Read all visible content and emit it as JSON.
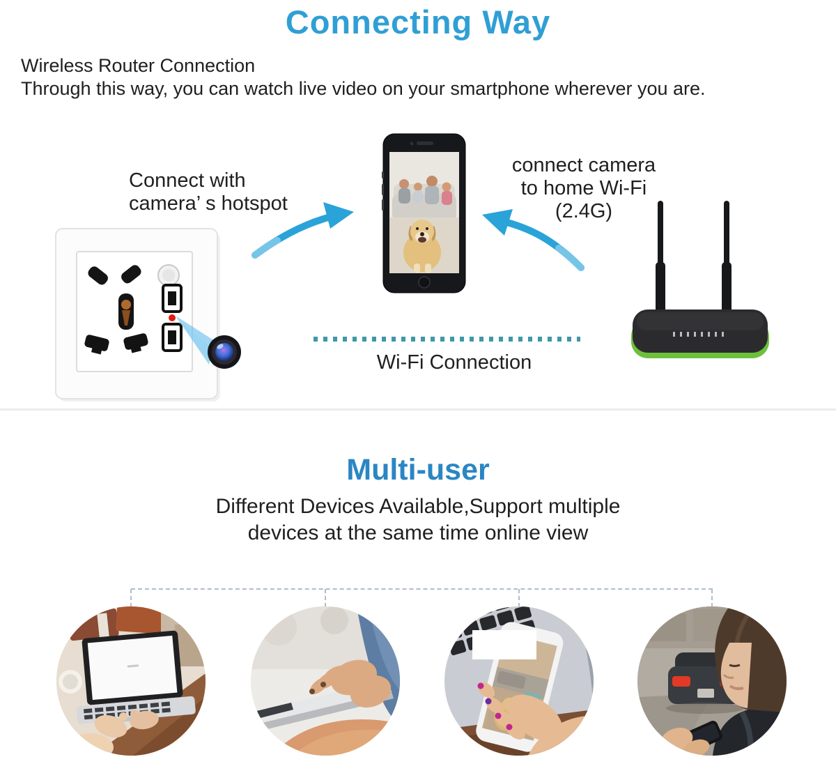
{
  "header": {
    "title": "Connecting Way"
  },
  "intro": {
    "line1": "Wireless Router Connection",
    "line2": "Through this way, you can watch live video on your smartphone wherever you are."
  },
  "diagram": {
    "hotspot_label": {
      "line1": "Connect with",
      "line2": "camera’ s hotspot"
    },
    "router_label": {
      "line1": "connect camera",
      "line2": "to home Wi-Fi",
      "line3": "(2.4G)"
    },
    "wifi_caption": "Wi-Fi Connection",
    "icons": {
      "socket": "wall-socket-hidden-camera",
      "lens": "camera-lens",
      "led": "red-indicator-led",
      "phone": "smartphone-live-view",
      "router": "wifi-router",
      "arrow_to_phone": "curved-arrow-up-right",
      "arrow_to_phone_from_router": "curved-arrow-up-left",
      "wifi_line": "dotted-wifi-line"
    }
  },
  "multi_user": {
    "title": "Multi-user",
    "line1": "Different Devices Available,Support multiple",
    "line2": "devices at the same time online view",
    "photos": [
      "laptop-user",
      "tablet-user",
      "phone-over-laptop",
      "woman-with-phone"
    ]
  },
  "colors": {
    "title_blue": "#2f9fd4",
    "multi_user_blue": "#2b86c3",
    "arrow_blue": "#2aa3d8",
    "wifi_dot_teal": "#3f98a8",
    "router_green": "#6cc03c",
    "led_red": "#e31b12",
    "text": "#1f1f1f"
  }
}
